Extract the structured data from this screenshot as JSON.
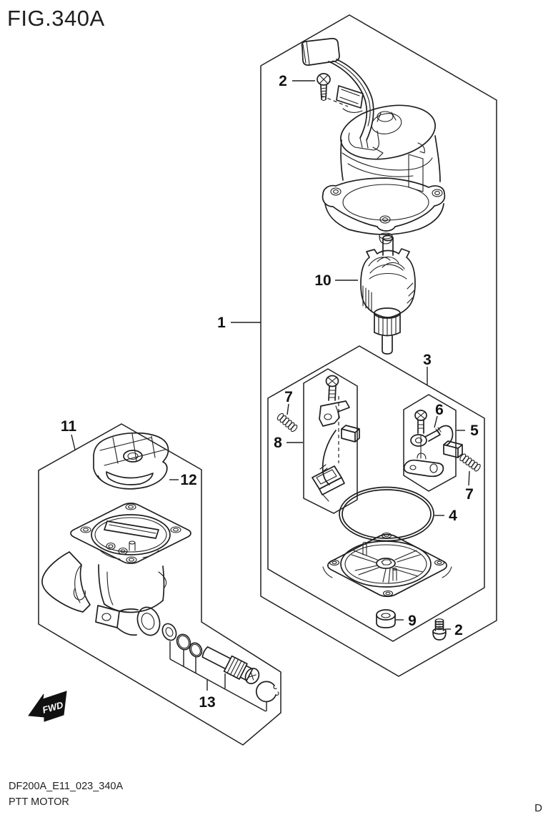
{
  "figure": {
    "title": "FIG.340A"
  },
  "callouts": {
    "1": "1",
    "2": "2",
    "3": "3",
    "4": "4",
    "5": "5",
    "6": "6",
    "7": "7",
    "8": "8",
    "9": "9",
    "10": "10",
    "11": "11",
    "12": "12",
    "13": "13"
  },
  "fwd_marker": "FWD",
  "footer": {
    "drawing_code": "DF200A_E11_023_340A",
    "figure_name": "PTT MOTOR",
    "page_letter": "D"
  }
}
